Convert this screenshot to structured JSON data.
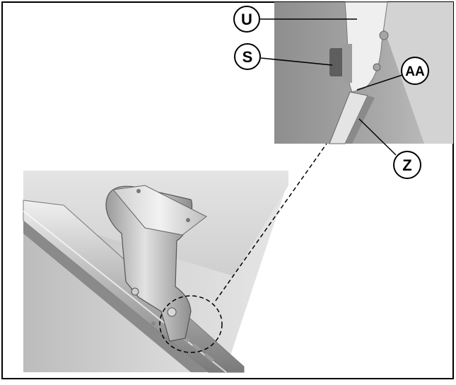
{
  "callouts": {
    "u": "U",
    "s": "S",
    "aa": "AA",
    "z": "Z"
  },
  "colors": {
    "frame": "#000000",
    "photo_background": "#c9c9c9",
    "metal_light": "#dedede",
    "metal_dark": "#6f6f6f"
  },
  "icons": {
    "detail_marker": "dashed-circle-icon"
  }
}
